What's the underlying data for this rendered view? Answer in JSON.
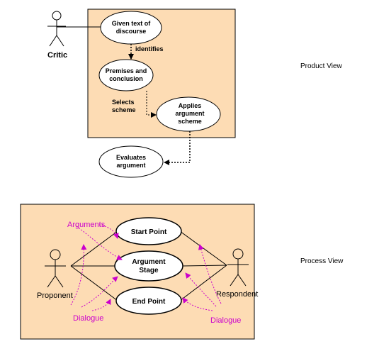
{
  "product_view": {
    "label": "Product View",
    "actor": "Critic",
    "nodes": {
      "given_text": [
        "Given text of",
        "discourse"
      ],
      "premises": [
        "Premises and",
        "conclusion"
      ],
      "applies": [
        "Applies",
        "argument",
        "scheme"
      ],
      "evaluates": [
        "Evaluates",
        "argument"
      ]
    },
    "edges": {
      "identifies": "identifies",
      "selects": [
        "Selects",
        "scheme"
      ]
    }
  },
  "process_view": {
    "label": "Process View",
    "actor_left": "Proponent",
    "actor_right": "Respondent",
    "nodes": {
      "start": "Start Point",
      "stage": [
        "Argument",
        "Stage"
      ],
      "end": "End Point"
    },
    "annotations": {
      "arguments": "Arguments",
      "dialogue_left": "Dialogue",
      "dialogue_right": "Dialogue"
    }
  },
  "colors": {
    "box_fill": "#fddcb4",
    "annotation": "#cc00cc"
  }
}
